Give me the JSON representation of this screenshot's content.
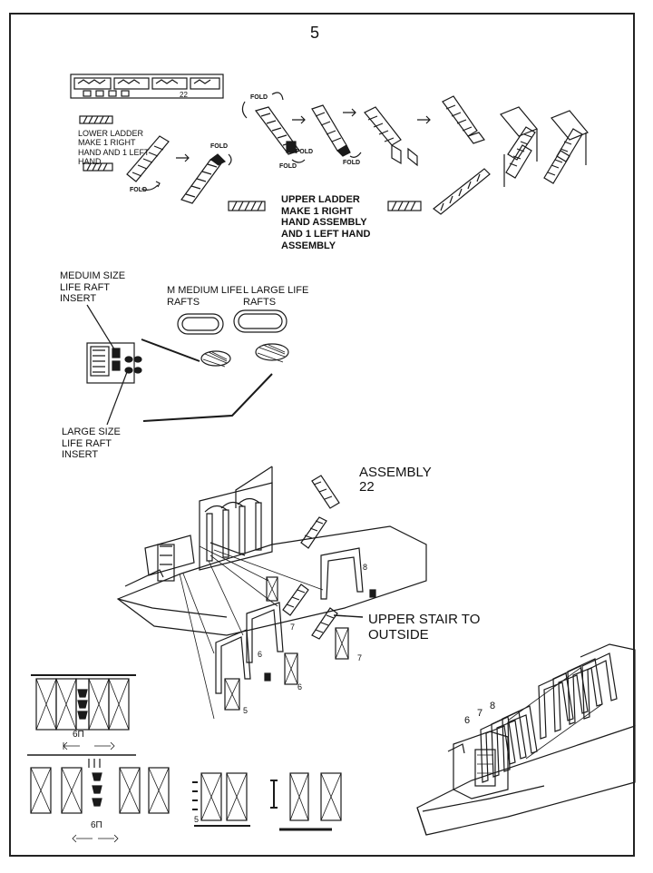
{
  "page_number": "5",
  "labels": {
    "lower_ladder": "LOWER LADDER\nMAKE 1 RIGHT\nHAND AND 1 LEFT\nHAND",
    "upper_ladder": "UPPER LADDER\nMAKE 1 RIGHT\nHAND ASSEMBLY\nAND 1 LEFT HAND\nASSEMBLY",
    "fold": "FOLD",
    "medium_insert": "MEDUIM SIZE\nLIFE RAFT\nINSERT",
    "large_insert": "LARGE SIZE\nLIFE RAFT\nINSERT",
    "medium_rafts": "M MEDIUM LIFE\nRAFTS",
    "large_rafts": "L LARGE LIFE\nRAFTS",
    "assembly": "ASSEMBLY",
    "assembly_number": "22",
    "upper_stair": "UPPER STAIR TO\nOUTSIDE",
    "part_22": "22",
    "part_5": "5",
    "part_6": "6",
    "part_7": "7",
    "part_8": "8",
    "part_6b": "6",
    "part_7b": "7",
    "part_6c": "6",
    "part_7c": "7",
    "part_8c": "8",
    "part_5b": "5",
    "label_6p_a": "6П",
    "label_6p_b": "6П"
  },
  "colors": {
    "ink": "#1a1a1a",
    "paper": "#ffffff",
    "grey": "#888888"
  }
}
